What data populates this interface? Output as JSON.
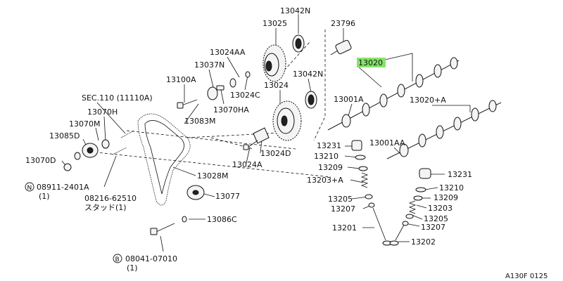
{
  "labels": {
    "p13042n_top": "13042N",
    "p23796": "23796",
    "p13025": "13025",
    "p13024aa": "13024AA",
    "p13037n": "13037N",
    "p13100a": "13100A",
    "p13024c": "13024C",
    "p13070ha": "13070HA",
    "p13024": "13024",
    "p13042n_mid": "13042N",
    "p13020": "13020",
    "p13001a": "13001A",
    "p13020a": "13020+A",
    "sec110": "SEC.110 (11110A)",
    "p13070h": "13070H",
    "p13070m": "13070M",
    "p13085d": "13085D",
    "p13083m": "13083M",
    "p13024d": "13024D",
    "p13024a": "13024A",
    "p13001aa": "13001AA",
    "p13231_l": "13231",
    "p13210_l": "13210",
    "p13209_l": "13209",
    "p13203a": "13203+A",
    "p13070d": "13070D",
    "p13028m": "13028M",
    "p08911_num": "08911-2401A",
    "p08911_qty": "(1)",
    "p08216": "08216-62510",
    "p_stud": "スタッド(1)",
    "p13077": "13077",
    "p13205_l": "13205",
    "p13207_l": "13207",
    "p13231_r": "13231",
    "p13210_r": "13210",
    "p13209_r": "13209",
    "p13203_r": "13203",
    "p13205_r": "13205",
    "p13207_r": "13207",
    "p13086c": "13086C",
    "p13201": "13201",
    "p13202": "13202",
    "p08041_num": "08041-07010",
    "p08041_qty": "(1)",
    "circle_n": "N",
    "circle_b": "B",
    "ref": "A130F 0125"
  },
  "colors": {
    "highlight": "#86e36b",
    "line": "#111111"
  },
  "icons": {
    "nut_marker": "circle-n-icon",
    "bolt_marker": "circle-b-icon"
  }
}
